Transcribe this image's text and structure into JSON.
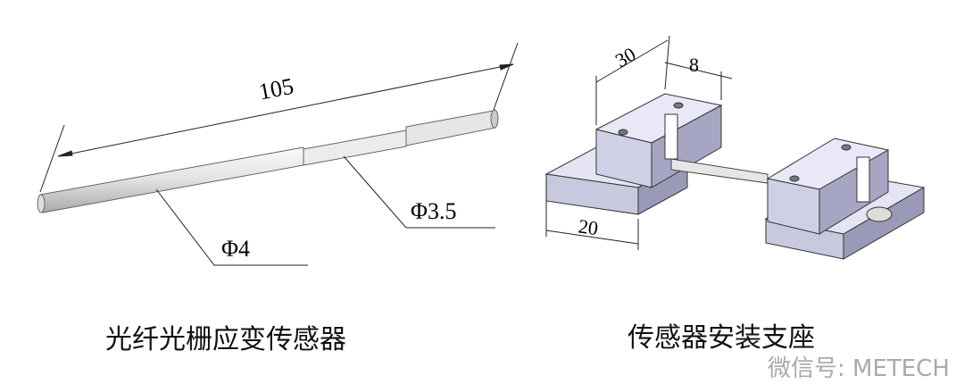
{
  "left_figure": {
    "caption": "光纤光栅应变传感器",
    "length_label": "105",
    "diameter_large_label": "Φ4",
    "diameter_small_label": "Φ3.5"
  },
  "right_figure": {
    "caption": "传感器安装支座",
    "dim_width_label": "30",
    "dim_slot_label": "8",
    "dim_depth_label": "20"
  },
  "watermark": "微信号: METECH"
}
